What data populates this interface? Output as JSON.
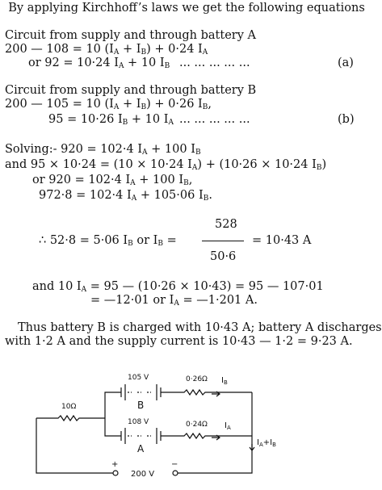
{
  "heading": "By applying Kirchhoff’s laws we get the following equations",
  "section_a": {
    "title": "Circuit from supply and through battery A",
    "eq1": {
      "lhs": "200 — 108",
      "rhs_pre": "= 10 (I",
      "s1": "A",
      "mid1": " + I",
      "s2": "B",
      "mid2": ") + 0·24 I",
      "s3": "A"
    },
    "eq2": {
      "lhs": "or 92",
      "rhs_pre": "= 10·24 I",
      "s1": "A",
      "mid1": " + 10 I",
      "s2": "B"
    },
    "dots": "...   ...   ...   ...   ...",
    "label": "(a)"
  },
  "section_b": {
    "title": "Circuit from supply and through battery B",
    "eq1": {
      "lhs": "200 — 105",
      "rhs_pre": "= 10 (I",
      "s1": "A",
      "mid1": " + I",
      "s2": "B",
      "mid2": ") + 0·26 I",
      "s3": "B",
      "tail": ","
    },
    "eq2": {
      "lhs": "95",
      "rhs_pre": "= 10·26 I",
      "s1": "B",
      "mid1": " + 10 I",
      "s2": "A"
    },
    "dots": "...   ...   ...   ...   ...",
    "label": "(b)"
  },
  "solving": {
    "l1": {
      "lhs": "Solving:- 920",
      "rhs_pre": "= 102·4 I",
      "s1": "A",
      "mid1": " + 100 I",
      "s2": "B"
    },
    "l2": {
      "lhs": "and 95 × 10·24",
      "rhs_pre": "= (10 × 10·24 I",
      "s1": "A",
      "mid1": ") + (10·26 × 10·24 I",
      "s2": "B",
      "tail": ")"
    },
    "l3": {
      "lhs": "or 920",
      "rhs_pre": "= 102·4 I",
      "s1": "A",
      "mid1": " + 100 I",
      "s2": "B",
      "tail": ","
    },
    "l4": {
      "lhs": "972·8",
      "rhs_pre": "= 102·4 I",
      "s1": "A",
      "mid1": " + 105·06 I",
      "s2": "B",
      "tail": "."
    },
    "frac_lhs": "∴ 52·8 = 5·06 I",
    "frac_s1": "B",
    "frac_or": " or I",
    "frac_s2": "B",
    "frac_eq": "=",
    "numerator": "528",
    "denominator": "50·6",
    "frac_result": "= 10·43 A",
    "ia1_lhs": "and 10 I",
    "ia1_s": "A",
    "ia1_rhs": "= 95 — (10·26 × 10·43) = 95 — 107·01",
    "ia2_pre": "= —12·01 or I",
    "ia2_s": "A",
    "ia2_post": " = —1·201 A."
  },
  "conclusion": {
    "l1": "Thus battery B is charged with 10·43 A; battery A discharges",
    "l2": "with 1·2 A and the supply current is 10·43 — 1·2 = 9·23 A."
  },
  "circuit": {
    "b_voltage": "105 V",
    "b_label": "B",
    "b_resistor": "0·26Ω",
    "b_current": "I",
    "b_current_sub": "B",
    "a_voltage": "108 V",
    "a_label": "A",
    "a_resistor": "0·24Ω",
    "a_current": "I",
    "a_current_sub": "A",
    "left_resistor": "10Ω",
    "total_current": "I",
    "total_s1": "A",
    "total_plus": "+I",
    "total_s2": "B",
    "supply_plus": "+",
    "supply_voltage": "200 V",
    "supply_minus": "−"
  }
}
